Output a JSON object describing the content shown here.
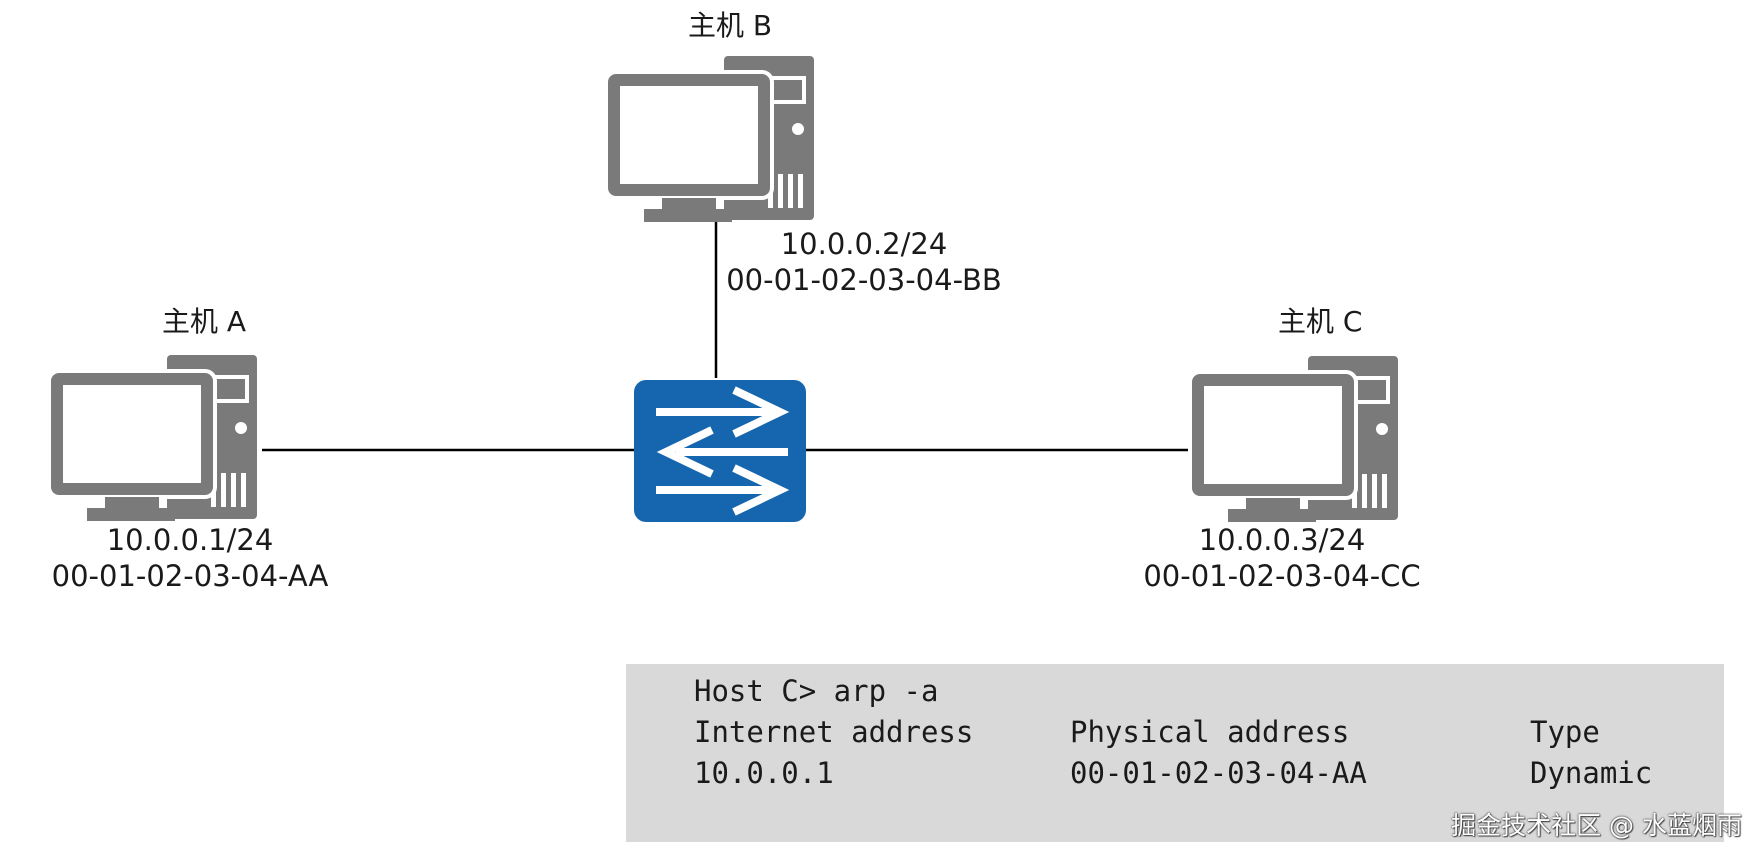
{
  "hosts": {
    "a": {
      "name": "主机 A",
      "ip": "10.0.0.1/24",
      "mac": "00-01-02-03-04-AA"
    },
    "b": {
      "name": "主机 B",
      "ip": "10.0.0.2/24",
      "mac": "00-01-02-03-04-BB"
    },
    "c": {
      "name": "主机 C",
      "ip": "10.0.0.3/24",
      "mac": "00-01-02-03-04-CC"
    }
  },
  "arp_table": {
    "command": "Host C> arp -a",
    "headers": [
      "Internet address",
      "Physical address",
      "Type"
    ],
    "rows": [
      [
        "10.0.0.1",
        "00-01-02-03-04-AA",
        "Dynamic"
      ]
    ]
  },
  "watermark": "掘金技术社区 @ 水蓝烟雨",
  "colors": {
    "computer": "#7a7a7a",
    "switch": "#1566ae",
    "line": "#000000",
    "arp_bg": "#d9d9d9"
  },
  "icons": {
    "host": "computer-icon",
    "switch": "switch-icon"
  }
}
